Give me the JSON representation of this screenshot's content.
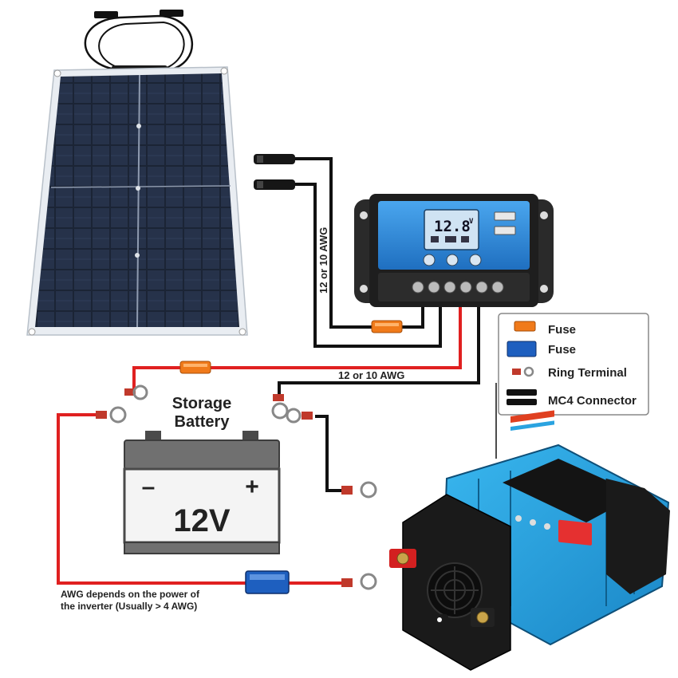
{
  "controller": {
    "display_value": "12.8",
    "display_unit": "V"
  },
  "wire_labels": {
    "vertical_gauge": "12 or 10 AWG",
    "horizontal_gauge": "12 or 10 AWG",
    "inverter_note_line1": "AWG depends on the power of",
    "inverter_note_line2": "the inverter (Usually > 4 AWG)"
  },
  "battery": {
    "title_line1": "Storage",
    "title_line2": "Battery",
    "voltage": "12V",
    "negative_symbol": "–",
    "positive_symbol": "+"
  },
  "legend": {
    "items": [
      {
        "label": "Fuse",
        "icon": "orange-fuse-icon",
        "color": "#f07a1a"
      },
      {
        "label": "Fuse",
        "icon": "blue-fuse-icon",
        "color": "#1e5fbf"
      },
      {
        "label": "Ring Terminal",
        "icon": "ring-terminal-icon",
        "color": "#c0392b"
      },
      {
        "label": "MC4 Connector",
        "icon": "mc4-connector-icon",
        "color": "#222222"
      }
    ]
  },
  "colors": {
    "positive_wire": "#e02020",
    "negative_wire": "#111111",
    "controller_screen": "#2f86d8",
    "inverter_body": "#2aa3e0"
  }
}
